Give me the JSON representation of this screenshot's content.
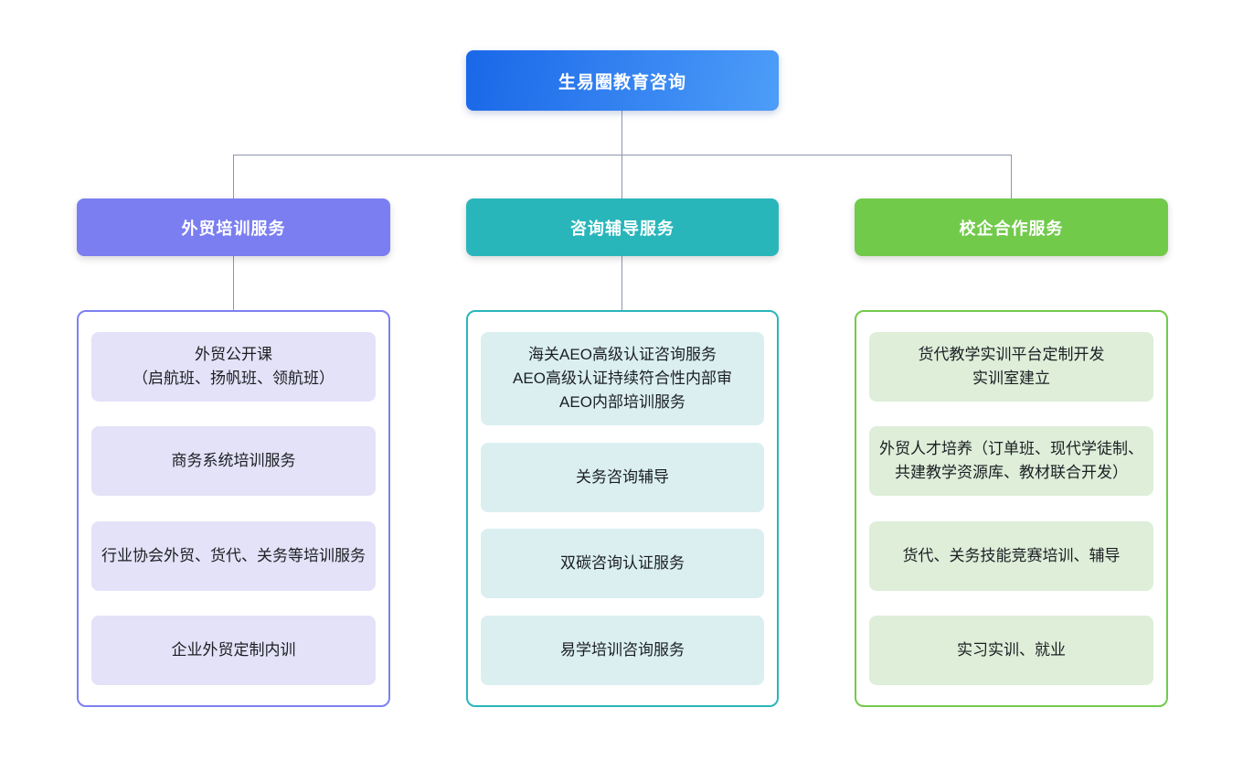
{
  "diagram": {
    "root": {
      "label": "生易圈教育咨询",
      "gradient_start": "#1a67e8",
      "gradient_end": "#4d9df9"
    },
    "connector_color": "#8c96a6",
    "branches": [
      {
        "label": "外贸培训服务",
        "header_color": "#7b7ef0",
        "border_color": "#7d80f0",
        "item_bg_color": "#e4e2f8",
        "items": [
          "外贸公开课\n（启航班、扬帆班、领航班）",
          "商务系统培训服务",
          "行业协会外贸、货代、关务等培训服务",
          "企业外贸定制内训"
        ]
      },
      {
        "label": "咨询辅导服务",
        "header_color": "#29b6bb",
        "border_color": "#29b6bb",
        "item_bg_color": "#dbeff1",
        "items": [
          "海关AEO高级认证咨询服务\nAEO高级认证持续符合性内部审\nAEO内部培训服务",
          "关务咨询辅导",
          "双碳咨询认证服务",
          "易学培训咨询服务"
        ]
      },
      {
        "label": "校企合作服务",
        "header_color": "#72ca4b",
        "border_color": "#72ca4b",
        "item_bg_color": "#deeed9",
        "items": [
          "货代教学实训平台定制开发\n实训室建立",
          "外贸人才培养（订单班、现代学徒制、共建教学资源库、教材联合开发）",
          "货代、关务技能竞赛培训、辅导",
          "实习实训、就业"
        ]
      }
    ]
  }
}
